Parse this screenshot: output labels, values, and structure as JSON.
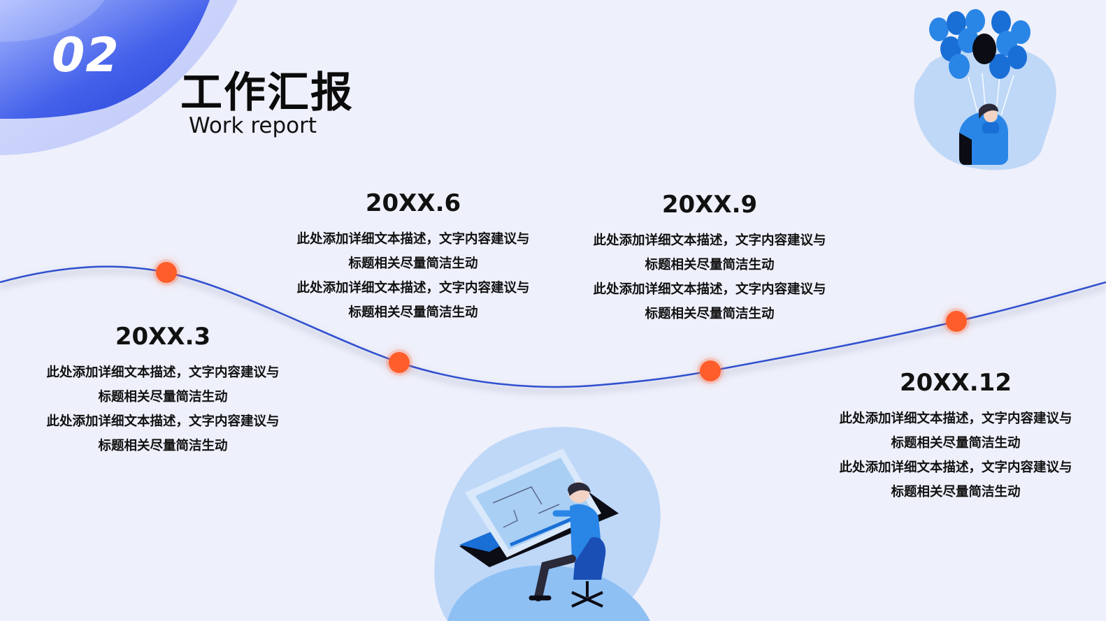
{
  "header": {
    "section_number": "02",
    "title": "工作汇报",
    "subtitle": "Work report"
  },
  "timeline": {
    "milestones": [
      {
        "date": "20XX.3",
        "lines": [
          "此处添加详细文本描述，文字内容建议与",
          "标题相关尽量简洁生动",
          "此处添加详细文本描述，文字内容建议与",
          "标题相关尽量简洁生动"
        ]
      },
      {
        "date": "20XX.6",
        "lines": [
          "此处添加详细文本描述，文字内容建议与",
          "标题相关尽量简洁生动",
          "此处添加详细文本描述，文字内容建议与",
          "标题相关尽量简洁生动"
        ]
      },
      {
        "date": "20XX.9",
        "lines": [
          "此处添加详细文本描述，文字内容建议与",
          "标题相关尽量简洁生动",
          "此处添加详细文本描述，文字内容建议与",
          "标题相关尽量简洁生动"
        ]
      },
      {
        "date": "20XX.12",
        "lines": [
          "此处添加详细文本描述，文字内容建议与",
          "标题相关尽量简洁生动",
          "此处添加详细文本描述，文字内容建议与",
          "标题相关尽量简洁生动"
        ]
      }
    ]
  },
  "colors": {
    "background": "#eef0fb",
    "accent_blue": "#2b4fd1",
    "dot_orange": "#ff5e2b"
  },
  "icons": [
    "balloon-illustration",
    "designer-at-desk-illustration"
  ]
}
